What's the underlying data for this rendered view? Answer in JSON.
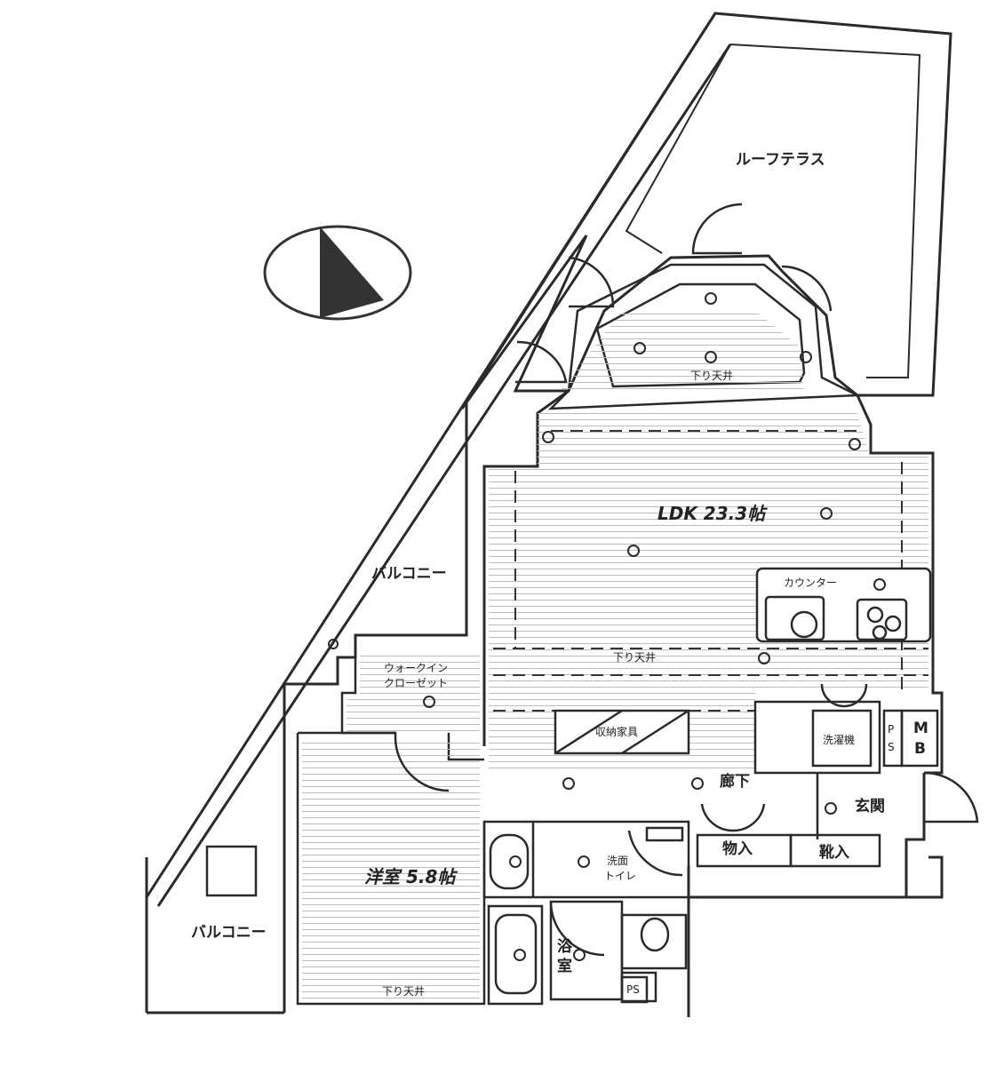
{
  "labels": {
    "roof_terrace": "ルーフテラス",
    "balcony_upper": "バルコニー",
    "balcony_lower": "バルコニー",
    "ldk": "LDK 23.3帖",
    "counter": "カウンター",
    "walk_in_closet_1": "ウォークイン",
    "walk_in_closet_2": "クローゼット",
    "storage_furniture": "収納家具",
    "corridor": "廊下",
    "entrance": "玄関",
    "storage": "物入",
    "shoe_storage": "靴入",
    "western_room": "洋室 5.8帖",
    "washroom_1": "洗面",
    "washroom_2": "トイレ",
    "bath_1": "浴",
    "bath_2": "室",
    "ps_bottom": "PS",
    "ps_side_1": "P",
    "ps_side_2": "S",
    "mb_1": "M",
    "mb_2": "B",
    "washer": "洗濯機",
    "ceiling_open_1": "下り天井",
    "ceiling_open_2": "下り天井",
    "ceiling_open_3": "下り天井"
  },
  "colors": {
    "line": "#2a2a2a",
    "compass": "#333333"
  },
  "icons": {
    "compass": "north-arrow-icon"
  }
}
